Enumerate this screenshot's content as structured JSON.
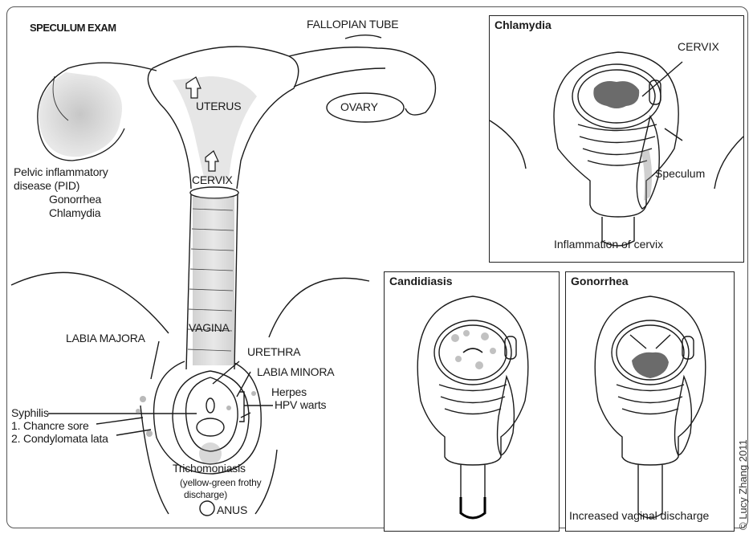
{
  "main": {
    "title": "SPECULUM EXAM",
    "labels": {
      "fallopian_tube": "FALLOPIAN TUBE",
      "uterus": "UTERUS",
      "ovary": "OVARY",
      "cervix": "CERVIX",
      "pid_line1": "Pelvic inflammatory",
      "pid_line2": "disease (PID)",
      "pid_line3": "Gonorrhea",
      "pid_line4": "Chlamydia",
      "vagina": "VAGINA",
      "labia_majora": "LABIA MAJORA",
      "urethra": "URETHRA",
      "labia_minora": "LABIA MINORA",
      "herpes": "Herpes",
      "hpv_warts": "HPV warts",
      "syphilis": "Syphilis",
      "chancre": "1. Chancre sore",
      "condylomata": "2. Condylomata lata",
      "trich_line1": "Trichomoniasis",
      "trich_line2": "(yellow-green frothy",
      "trich_line3": "discharge)",
      "anus": "ANUS"
    }
  },
  "panels": {
    "chlamydia": {
      "title": "Chlamydia",
      "cervix": "CERVIX",
      "speculum": "Speculum",
      "caption": "Inflammation of cervix"
    },
    "candidiasis": {
      "title": "Candidiasis"
    },
    "gonorrhea": {
      "title": "Gonorrhea",
      "caption": "Increased vaginal discharge"
    }
  },
  "credit": "© Lucy Zhang 2011",
  "colors": {
    "line": "#1a1a1a",
    "shade": "#8a8a8a",
    "dark_tissue": "#3a3a3a"
  }
}
